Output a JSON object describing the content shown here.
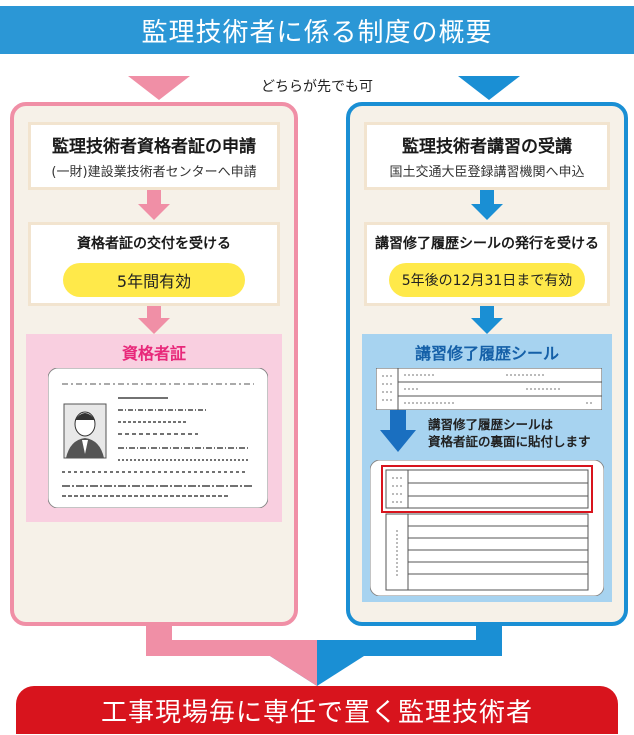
{
  "title": "監理技術者に係る制度の概要",
  "order_note": "どちらが先でも可",
  "left": {
    "heading": "監理技術者資格者証の申請",
    "subheading": "(一財)建設業技術者センターへ申請",
    "step2": "資格者証の交付を受ける",
    "validity": "5年間有効",
    "card_label": "資格者証"
  },
  "right": {
    "heading": "監理技術者講習の受講",
    "subheading": "国土交通大臣登録講習機関へ申込",
    "step2": "講習修了履歴シールの発行を受ける",
    "validity": "5年後の12月31日まで有効",
    "sticker_label": "講習修了履歴シール",
    "attach_note_line1": "講習修了履歴シールは",
    "attach_note_line2": "資格者証の裏面に貼付します"
  },
  "result": "工事現場毎に専任で置く監理技術者",
  "colors": {
    "title_blue": "#2b97d6",
    "left_pink": "#f08fa6",
    "right_blue": "#1a8fd4",
    "result_red": "#d8141d",
    "validity_yellow": "#ffe94a"
  }
}
